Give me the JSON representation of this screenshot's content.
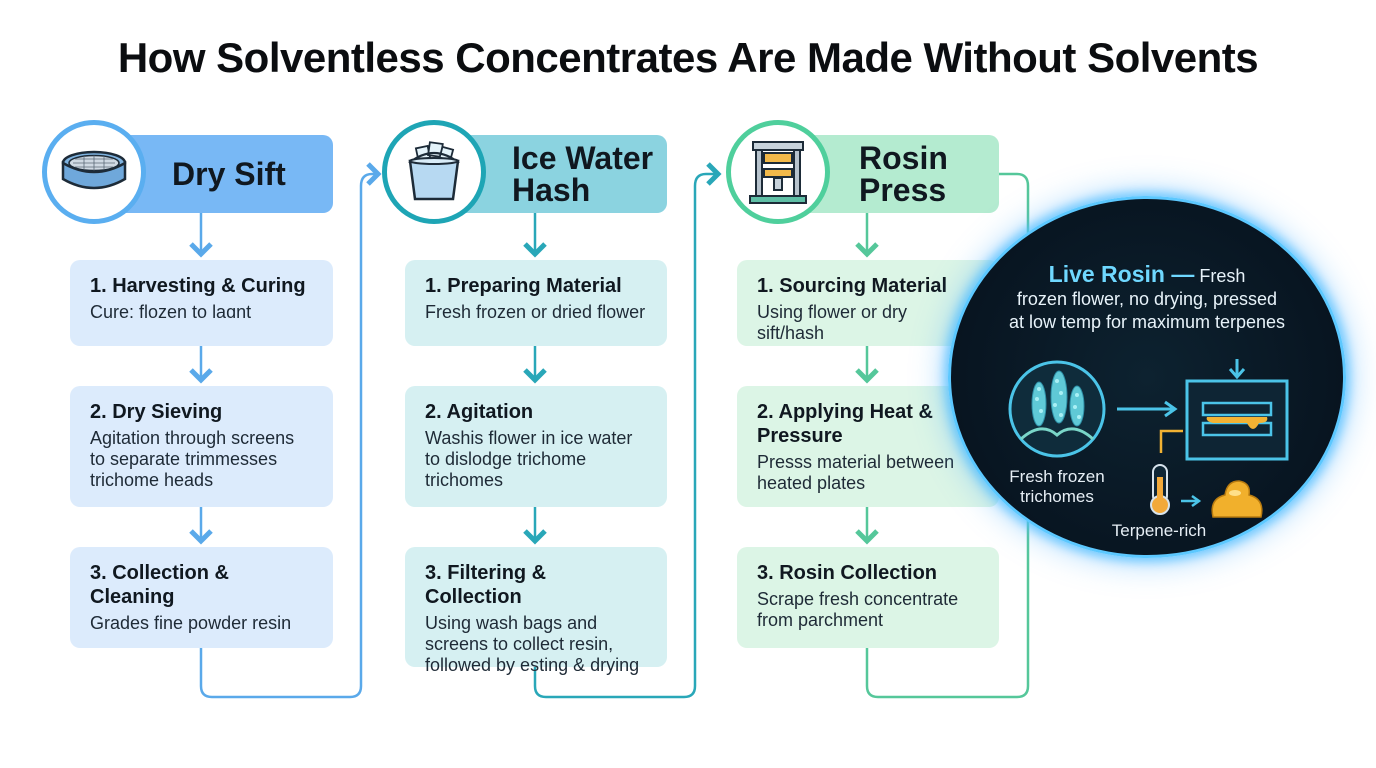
{
  "title": "How Solventless Concentrates Are Made Without Solvents",
  "columns": [
    {
      "header": "Dry Sift",
      "icon": "sieve-icon",
      "steps": [
        {
          "title": "1. Harvesting & Curing",
          "desc": "Cure: flozen to laɑnt"
        },
        {
          "title": "2. Dry Sieving",
          "desc": "Agitation through screens\nto separate trimmesses\ntrichome heads"
        },
        {
          "title": "3. Collection & Cleaning",
          "desc": "Grades fine powder resin"
        }
      ]
    },
    {
      "header": "Ice Water\nHash",
      "icon": "ice-bucket-icon",
      "steps": [
        {
          "title": "1. Preparing Material",
          "desc": "Fresh frozen or dried flower"
        },
        {
          "title": "2. Agitation",
          "desc": "Washis flower in ice water\nto dislodge  trichome\ntrichomes"
        },
        {
          "title": "3. Filtering & Collection",
          "desc": "Using wash bags and\nscreens to collect resin,\nfollowed by esting & drying"
        }
      ]
    },
    {
      "header": "Rosin\nPress",
      "icon": "rosin-press-icon",
      "steps": [
        {
          "title": "1. Sourcing Material",
          "desc": "Using flower or dry sift/hash"
        },
        {
          "title": "2. Applying Heat &\nPressure",
          "desc": "Presss material between\nheated plates"
        },
        {
          "title": "3. Rosin Collection",
          "desc": "Scrape fresh concentrate\nfrom parchment"
        }
      ]
    }
  ],
  "live_rosin": {
    "highlight": "Live Rosin —",
    "text1": " Fresh",
    "text2": "frozen flower, no drying, pressed",
    "text3": "at low temp for maximum terpenes",
    "label_trichomes": "Fresh frozen\ntrichomes",
    "label_terpene": "Terpene-rich",
    "icons": [
      "trichome-icon",
      "press-icon",
      "thermometer-icon",
      "rosin-drop-icon"
    ]
  },
  "colors": {
    "dry_sift": "#78b8f5",
    "ice_water": "#8bd3e0",
    "rosin": "#b4ebd0",
    "glow": "#5cc8ff"
  }
}
